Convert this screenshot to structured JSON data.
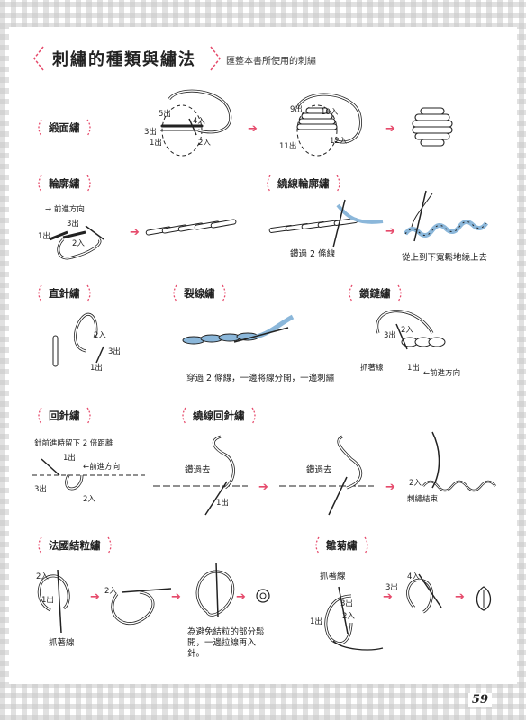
{
  "page": {
    "title": "刺繡的種類與繡法",
    "subtitle": "匯整本書所使用的刺繡",
    "page_number": "59"
  },
  "colors": {
    "accent": "#e64a6b",
    "thread_blue": "#8bb7da",
    "line": "#222222"
  },
  "sections": {
    "satin": {
      "label": "緞面繡",
      "steps": [
        "5出",
        "4入",
        "3出",
        "1出",
        "2入",
        "9出",
        "10入",
        "11出",
        "12入"
      ]
    },
    "outline": {
      "label": "輪廓繡",
      "steps": [
        "3出",
        "1出",
        "2入"
      ],
      "direction": "前進方向"
    },
    "whipped_outline": {
      "label": "繞線輪廓繡",
      "note1": "鑽過 2 條線",
      "note2": "從上到下寬鬆地繞上去"
    },
    "straight": {
      "label": "直針繡",
      "steps": [
        "2入",
        "3出",
        "1出"
      ]
    },
    "split": {
      "label": "裂線繡",
      "note": "穿過 2 條線，一邊將線分開，一邊刺繡"
    },
    "chain": {
      "label": "鎖鏈繡",
      "steps": [
        "3出",
        "2入",
        "1出"
      ],
      "hold": "抓著線",
      "direction": "←前進方向"
    },
    "back": {
      "label": "回針繡",
      "note": "針前進時留下 2 倍距離",
      "steps": [
        "1出",
        "3出",
        "2入"
      ],
      "direction": "←前進方向"
    },
    "whipped_back": {
      "label": "繞線回針繡",
      "through1": "鑽過去",
      "through2": "鑽過去",
      "step1": "1出",
      "step2": "2入",
      "end": "刺繡結束"
    },
    "french_knot": {
      "label": "法國結粒繡",
      "steps": [
        "2入",
        "1出",
        "2入"
      ],
      "hold": "抓著線",
      "note": "為避免結粒的部分鬆開，一邊拉線再入針。"
    },
    "lazy_daisy": {
      "label": "雛菊繡",
      "hold": "抓著線",
      "steps": [
        "3出",
        "2入",
        "1出",
        "4入",
        "3出"
      ]
    }
  }
}
